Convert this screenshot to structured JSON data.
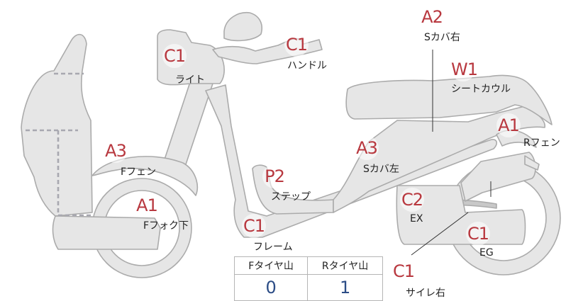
{
  "parts": {
    "light": {
      "code": "C1",
      "label": "ライト"
    },
    "handle": {
      "code": "C1",
      "label": "ハンドル"
    },
    "s_cover_r": {
      "code": "A2",
      "label": "Sカバ右"
    },
    "seat_cowl": {
      "code": "W1",
      "label": "シートカウル"
    },
    "r_fender": {
      "code": "A1",
      "label": "Rフェン"
    },
    "f_fender": {
      "code": "A3",
      "label": "Fフェン"
    },
    "s_cover_l": {
      "code": "A3",
      "label": "Sカバ左"
    },
    "step": {
      "code": "P2",
      "label": "ステップ"
    },
    "f_fork": {
      "code": "A1",
      "label": "Fフォク下"
    },
    "frame": {
      "code": "C1",
      "label": "フレーム"
    },
    "exhaust": {
      "code": "C2",
      "label": "EX"
    },
    "engine": {
      "code": "C1",
      "label": "EG"
    },
    "muffler_r": {
      "code": "C1",
      "label": "サイレ右"
    }
  },
  "tire_tread": {
    "front_header": "Fタイヤ山",
    "rear_header": "Rタイヤ山",
    "front_value": "0",
    "rear_value": "1"
  }
}
